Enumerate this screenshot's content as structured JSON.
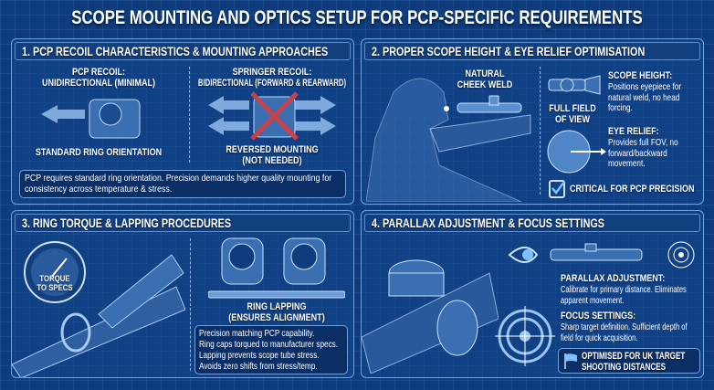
{
  "title": "SCOPE MOUNTING AND OPTICS SETUP FOR PCP-SPECIFIC REQUIREMENTS",
  "panel1": {
    "heading": "1. PCP RECOIL CHARACTERISTICS & MOUNTING APPROACHES",
    "pcp_title": "PCP RECOIL:",
    "pcp_sub": "UNIDIRECTIONAL (MINIMAL)",
    "pcp_caption": "STANDARD RING ORIENTATION",
    "spring_title": "SPRINGER RECOIL:",
    "spring_sub": "BIDIRECTIONAL (FORWARD & REARWARD)",
    "spring_caption1": "REVERSED MOUNTING",
    "spring_caption2": "(NOT NEEDED)",
    "note": "PCP requires standard ring orientation. Precision demands higher quality mounting for consistency across temperature & stress."
  },
  "panel2": {
    "heading": "2. PROPER SCOPE HEIGHT & EYE RELIEF OPTIMISATION",
    "cheek1": "NATURAL",
    "cheek2": "CHEEK WELD",
    "fov1": "FULL FIELD",
    "fov2": "OF VIEW",
    "height_title": "SCOPE HEIGHT:",
    "height_text": "Positions eyepiece for natural weld, no head forcing.",
    "relief_title": "EYE RELIEF:",
    "relief_text": "Provides full FOV, no forward/backward movement.",
    "critical": "CRITICAL FOR PCP PRECISION"
  },
  "panel3": {
    "heading": "3. RING TORQUE & LAPPING PROCEDURES",
    "gauge1": "TORQUE",
    "gauge2": "TO SPECS",
    "lap1": "RING LAPPING",
    "lap2": "(ENSURES ALIGNMENT)",
    "notes": [
      "Precision matching PCP capability.",
      "Ring caps torqued to manufacturer specs.",
      "Lapping prevents scope tube stress.",
      "Avoids zero shifts from stress/temp."
    ]
  },
  "panel4": {
    "heading": "4. PARALLAX ADJUSTMENT & FOCUS SETTINGS",
    "parallax_title": "PARALLAX ADJUSTMENT:",
    "parallax_text": "Calibrate for primary distance. Eliminates apparent movement.",
    "focus_title": "FOCUS SETTINGS:",
    "focus_text": "Sharp target definition. Sufficient depth of field for quick acquisition.",
    "badge1": "OPTIMISED FOR UK TARGET",
    "badge2": "SHOOTING DISTANCES"
  },
  "colors": {
    "background": "#0e3c7c",
    "accent": "#6fa3e0",
    "cross": "#c8404a"
  }
}
